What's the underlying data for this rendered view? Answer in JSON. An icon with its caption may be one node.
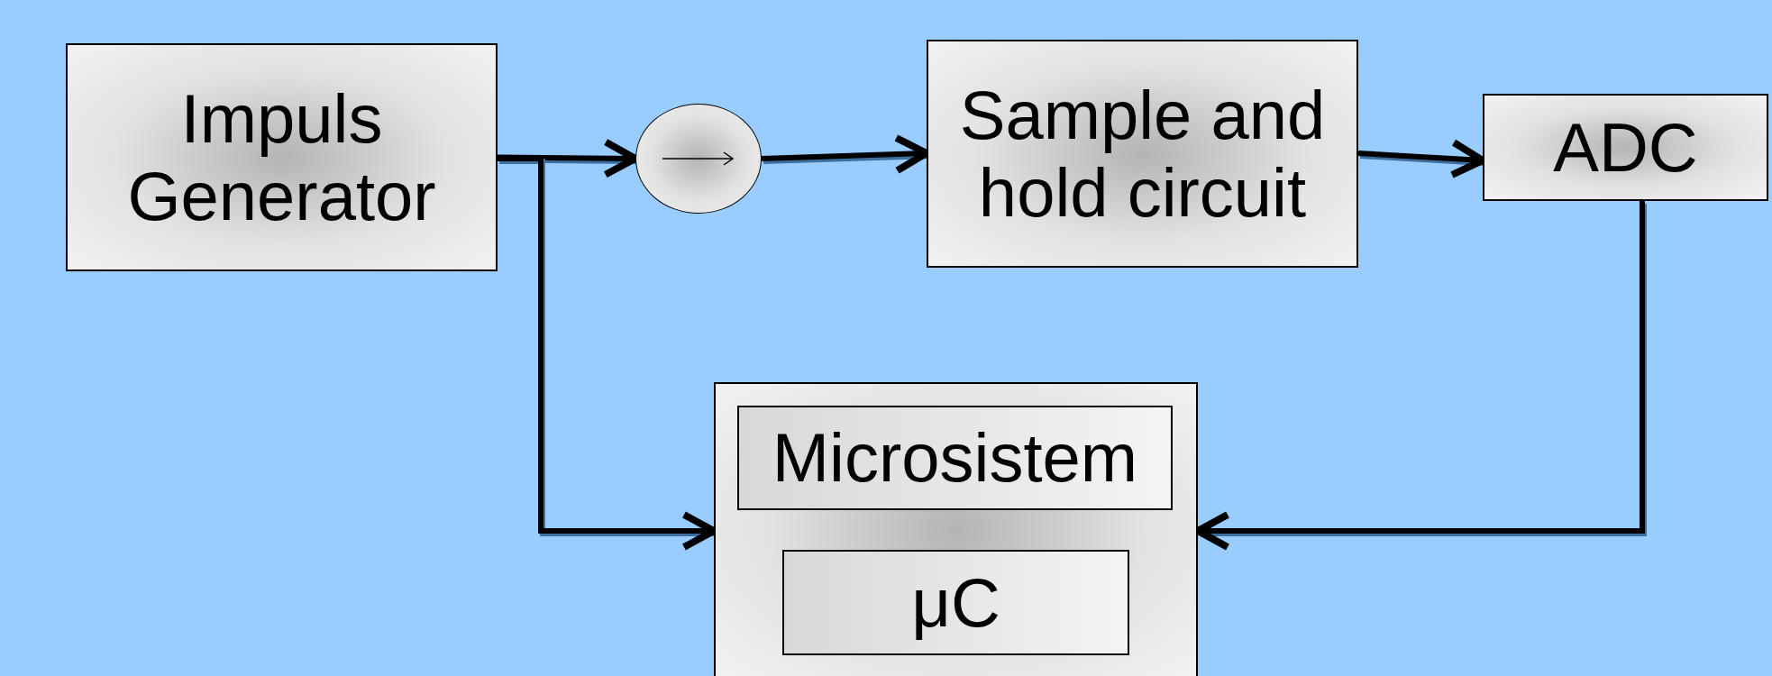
{
  "diagram": {
    "nodes": [
      {
        "text": [
          "Impuls Generator"
        ]
      },
      {
        "text": [],
        "shape": "circle"
      },
      {
        "text": [
          "Sample and hold circuit"
        ]
      },
      {
        "text": [
          "ADC"
        ]
      },
      {
        "text": [],
        "shape": "box"
      },
      {
        "text": [
          "Microsistem"
        ],
        "in": 4
      },
      {
        "text": [
          "μC"
        ],
        "in": 4
      }
    ],
    "edges": [
      {
        "from": 0,
        "to": 1,
        "arrow": "to"
      },
      {
        "from": 1,
        "to": 2,
        "arrow": "to"
      },
      {
        "from": 2,
        "to": 3,
        "arrow": "to"
      },
      {
        "from": 0,
        "to": 4,
        "arrow": "to"
      },
      {
        "from": 3,
        "to": 4,
        "arrow": "to"
      }
    ]
  }
}
